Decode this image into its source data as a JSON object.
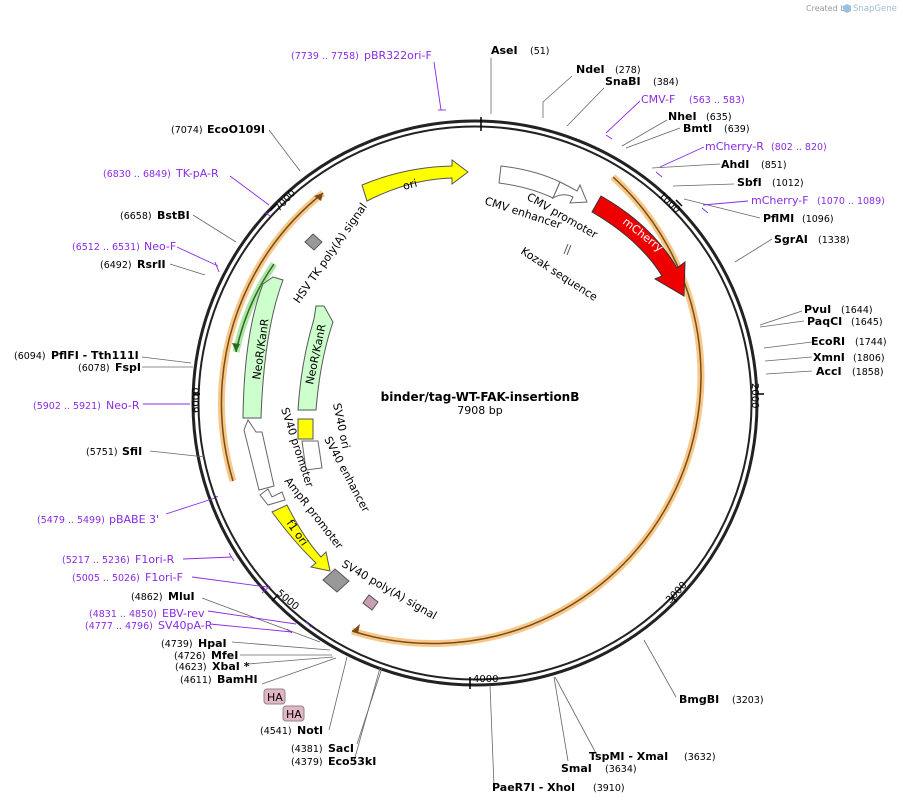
{
  "branding": {
    "created_by": "Created by",
    "app": "SnapGene"
  },
  "plasmid": {
    "name": "binder/tag-WT-FAK-insertionB",
    "length": "7908 bp"
  },
  "ticks": [
    "1000",
    "2000",
    "3000",
    "4000",
    "5000",
    "6000",
    "7000"
  ],
  "sites": [
    {
      "name": "AseI",
      "pos": "(51)"
    },
    {
      "name": "NdeI",
      "pos": "(278)"
    },
    {
      "name": "SnaBI",
      "pos": "(384)"
    },
    {
      "name": "NheI",
      "pos": "(635)"
    },
    {
      "name": "BmtI",
      "pos": "(639)"
    },
    {
      "name": "AhdI",
      "pos": "(851)"
    },
    {
      "name": "SbfI",
      "pos": "(1012)"
    },
    {
      "name": "PflMI",
      "pos": "(1096)"
    },
    {
      "name": "SgrAI",
      "pos": "(1338)"
    },
    {
      "name": "PvuI",
      "pos": "(1644)"
    },
    {
      "name": "PaqCI",
      "pos": "(1645)"
    },
    {
      "name": "EcoRI",
      "pos": "(1744)"
    },
    {
      "name": "XmnI",
      "pos": "(1806)"
    },
    {
      "name": "AccI",
      "pos": "(1858)"
    },
    {
      "name": "BmgBI",
      "pos": "(3203)"
    },
    {
      "name": "TspMI - XmaI",
      "pos": "(3632)"
    },
    {
      "name": "SmaI",
      "pos": "(3634)"
    },
    {
      "name": "PaeR7I - XhoI",
      "pos": "(3910)"
    },
    {
      "name": "Eco53kI",
      "pos": "(4379)"
    },
    {
      "name": "SacI",
      "pos": "(4381)"
    },
    {
      "name": "NotI",
      "pos": "(4541)"
    },
    {
      "name": "BamHI",
      "pos": "(4611)"
    },
    {
      "name": "XbaI *",
      "pos": "(4623)"
    },
    {
      "name": "MfeI",
      "pos": "(4726)"
    },
    {
      "name": "HpaI",
      "pos": "(4739)"
    },
    {
      "name": "MluI",
      "pos": "(4862)"
    },
    {
      "name": "SfiI",
      "pos": "(5751)"
    },
    {
      "name": "FspI",
      "pos": "(6078)"
    },
    {
      "name": "PflFI - Tth111I",
      "pos": "(6094)"
    },
    {
      "name": "RsrII",
      "pos": "(6492)"
    },
    {
      "name": "BstBI",
      "pos": "(6658)"
    },
    {
      "name": "EcoO109I",
      "pos": "(7074)"
    }
  ],
  "primers": [
    {
      "name": "pBR322ori-F",
      "range": "(7739 .. 7758)"
    },
    {
      "name": "CMV-F",
      "range": "(563 .. 583)"
    },
    {
      "name": "mCherry-R",
      "range": "(802 .. 820)"
    },
    {
      "name": "mCherry-F",
      "range": "(1070 .. 1089)"
    },
    {
      "name": "TK-pA-R",
      "range": "(6830 .. 6849)"
    },
    {
      "name": "Neo-F",
      "range": "(6512 .. 6531)"
    },
    {
      "name": "Neo-R",
      "range": "(5902 .. 5921)"
    },
    {
      "name": "pBABE 3'",
      "range": "(5479 .. 5499)"
    },
    {
      "name": "F1ori-R",
      "range": "(5217 .. 5236)"
    },
    {
      "name": "F1ori-F",
      "range": "(5005 .. 5026)"
    },
    {
      "name": "EBV-rev",
      "range": "(4831 .. 4850)"
    },
    {
      "name": "SV40pA-R",
      "range": "(4777 .. 4796)"
    }
  ],
  "features": {
    "ori": "ori",
    "cmv_enhancer": "CMV enhancer",
    "cmv_promoter": "CMV promoter",
    "mcherry": "mCherry",
    "kozak": "Kozak sequence",
    "hsv_tk": "HSV TK poly(A) signal",
    "neor_outer": "NeoR/KanR",
    "neor_inner": "NeoR/KanR",
    "sv40_ori": "SV40 ori",
    "sv40_enhancer": "SV40 enhancer",
    "sv40_promoter": "SV40 promoter",
    "ampr_promoter": "AmpR promoter",
    "f1_ori": "f1 ori",
    "sv40_polya": "SV40 poly(A) signal",
    "ha1": "HA",
    "ha2": "HA"
  },
  "colors": {
    "primer": "#8a2be2",
    "ori": "#ffff00",
    "mcherry": "#ff0000",
    "neor": "#ccffcc",
    "insert_highlight": "#f6c98a",
    "ha_tag": "#e3b4c4",
    "grey_feature": "#999999"
  }
}
